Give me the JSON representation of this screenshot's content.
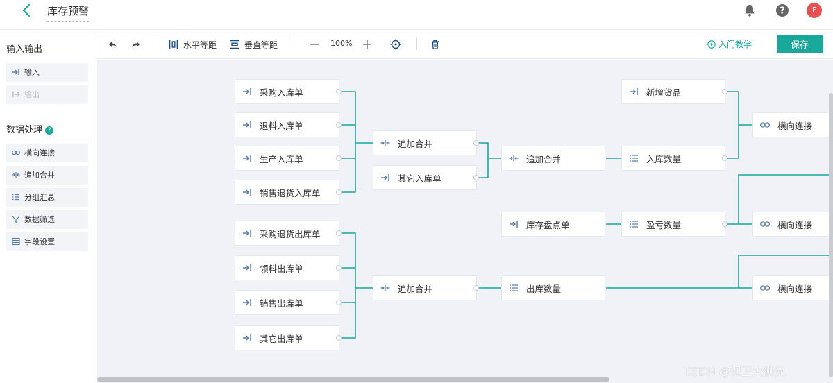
{
  "header": {
    "title": "库存预警",
    "avatar_letter": "F",
    "avatar_color": "#e85050"
  },
  "sidebar": {
    "io_title": "输入输出",
    "io_items": [
      {
        "label": "输入",
        "icon": "input-icon",
        "enabled": true
      },
      {
        "label": "输出",
        "icon": "output-icon",
        "enabled": false
      }
    ],
    "proc_title": "数据处理",
    "proc_items": [
      {
        "label": "横向连接",
        "icon": "link-icon"
      },
      {
        "label": "追加合并",
        "icon": "merge-icon"
      },
      {
        "label": "分组汇总",
        "icon": "list-icon"
      },
      {
        "label": "数据筛选",
        "icon": "filter-icon"
      },
      {
        "label": "字段设置",
        "icon": "table-icon"
      }
    ]
  },
  "toolbar": {
    "horizontal_label": "水平等距",
    "vertical_label": "垂直等距",
    "zoom": "100%",
    "intro_label": "入门教学",
    "save_label": "保存"
  },
  "nodes": {
    "n1": {
      "label": "采购入库单",
      "icon": "input-icon"
    },
    "n2": {
      "label": "退料入库单",
      "icon": "input-icon"
    },
    "n3": {
      "label": "生产入库单",
      "icon": "input-icon"
    },
    "n4": {
      "label": "销售退货入库单",
      "icon": "input-icon"
    },
    "n5": {
      "label": "采购退货出库单",
      "icon": "input-icon"
    },
    "n6": {
      "label": "领料出库单",
      "icon": "input-icon"
    },
    "n7": {
      "label": "销售出库单",
      "icon": "input-icon"
    },
    "n8": {
      "label": "其它出库单",
      "icon": "input-icon"
    },
    "n9": {
      "label": "追加合并",
      "icon": "merge-icon"
    },
    "n10": {
      "label": "其它入库单",
      "icon": "input-icon"
    },
    "n11": {
      "label": "追加合并",
      "icon": "merge-icon"
    },
    "n12": {
      "label": "追加合并",
      "icon": "merge-icon"
    },
    "n13": {
      "label": "库存盘点单",
      "icon": "input-icon"
    },
    "n14": {
      "label": "出库数量",
      "icon": "list-icon"
    },
    "n15": {
      "label": "新增货品",
      "icon": "input-icon"
    },
    "n16": {
      "label": "入库数量",
      "icon": "list-icon"
    },
    "n17": {
      "label": "盈亏数量",
      "icon": "list-icon"
    },
    "n18": {
      "label": "横向连接",
      "icon": "link-icon"
    },
    "n19": {
      "label": "横向连接",
      "icon": "link-icon"
    },
    "n20": {
      "label": "横向连接",
      "icon": "link-icon"
    }
  },
  "watermark": "CSDN @保卫大狮兄",
  "colors": {
    "accent": "#1aa89a",
    "wire": "#1aa89a",
    "canvas": "#f0f2f7"
  }
}
